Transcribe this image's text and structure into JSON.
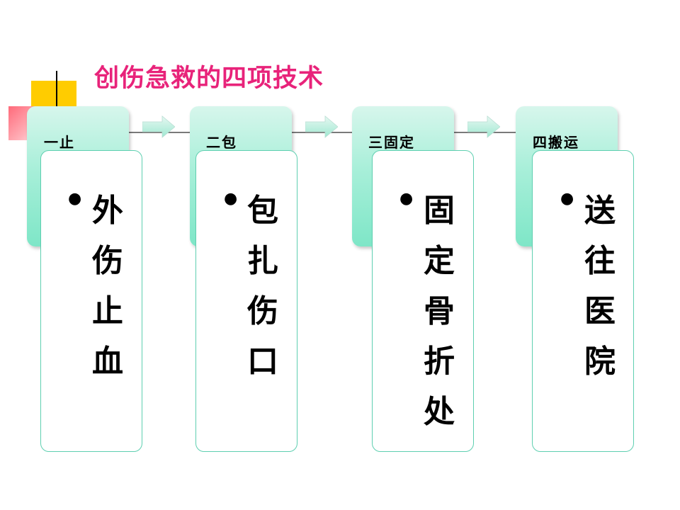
{
  "slide": {
    "title": "创伤急救的四项技术"
  },
  "steps": [
    {
      "label": "一止",
      "content": "外伤止血"
    },
    {
      "label": "二包",
      "content": "包扎伤口"
    },
    {
      "label": "三固定",
      "content": "固定骨折处"
    },
    {
      "label": "四搬运",
      "content": "送往医院"
    }
  ],
  "colors": {
    "title": "#e8237a",
    "tab": "#a8efd9",
    "card_border": "#5ecfb0",
    "deco_yellow": "#ffcc00"
  },
  "icons": {
    "arrow": "right-arrow-icon",
    "bullet": "bullet-icon"
  }
}
